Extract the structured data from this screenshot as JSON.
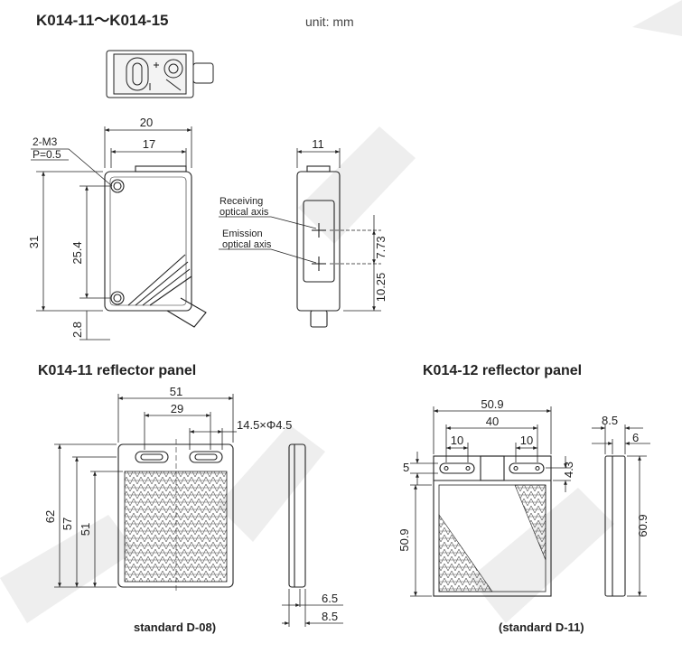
{
  "header": {
    "title": "K014-11～K014-15",
    "unit": "unit:  mm"
  },
  "sensor": {
    "thread_note_1": "2-M3",
    "thread_note_2": "P=0.5",
    "dim_width_overall": "20",
    "dim_width_holes": "17",
    "dim_height_overall": "31",
    "dim_height_holes": "25.4",
    "dim_bottom_offset": "2.8",
    "dim_depth": "11",
    "receiving_label_1": "Receiving",
    "receiving_label_2": "optical axis",
    "emission_label_1": "Emission",
    "emission_label_2": "optical axis",
    "dim_axis_spacing": "7.73",
    "dim_axis_bottom": "10.25"
  },
  "panel_11": {
    "title": "K014-11 reflector panel",
    "dim_width": "51",
    "dim_slot_spacing": "29",
    "dim_slot_size": "14.5×Φ4.5",
    "dim_height_overall": "62",
    "dim_height_mid": "57",
    "dim_height_reflector": "51",
    "dim_thickness_1": "6.5",
    "dim_thickness_2": "8.5",
    "caption": "standard D-08)"
  },
  "panel_12": {
    "title": "K014-12 reflector panel",
    "dim_width": "50.9",
    "dim_slot_span": "40",
    "dim_slot_left": "10",
    "dim_slot_right": "10",
    "dim_slot_height": "5",
    "dim_slot_offset": "4.3",
    "dim_height": "50.9",
    "dim_depth_1": "8.5",
    "dim_depth_2": "6",
    "dim_side_height": "60.9",
    "caption": "(standard D-11)"
  },
  "colors": {
    "line": "#222222",
    "watermark": "#e8e8e8"
  }
}
